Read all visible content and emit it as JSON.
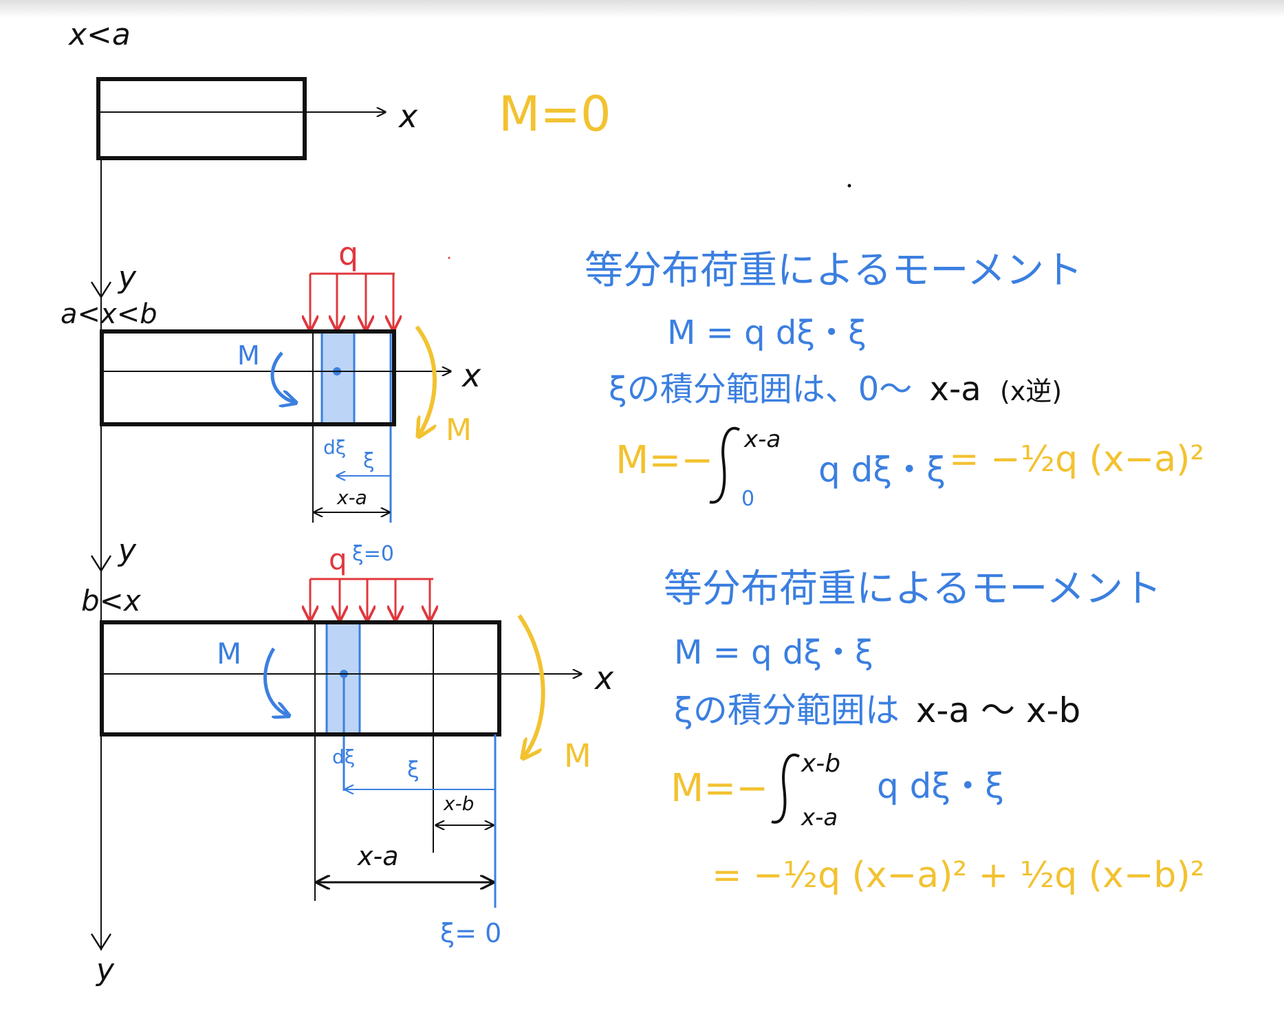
{
  "colors": {
    "ink": "#111111",
    "load": "#e0383e",
    "note_blue": "#3b7fe0",
    "result_yellow": "#f2c230",
    "strip_fill": "#bcd4f5"
  },
  "region1": {
    "condition": "x<a",
    "axis_x": "x",
    "result": "M=0"
  },
  "region2": {
    "axis_y": "y",
    "condition": "a<x<b",
    "load_label": "q",
    "moment_label": "M",
    "axis_x": "x",
    "moment_label_right": "M",
    "strip_label": "dξ",
    "xi_label": "ξ",
    "span_label": "x-a",
    "origin_label": "ξ=0",
    "note_heading": "等分布荷重によるモーメント",
    "note_moment": "M = q dξ・ξ",
    "note_range_prefix": "ξの積分範囲は、0〜",
    "note_range_bounds": "x-a",
    "note_range_suffix": "(x逆)",
    "eq_lhs": "M=−",
    "eq_upper": "x-a",
    "eq_lower": "0",
    "eq_integrand": "q dξ・ξ",
    "eq_result": "= −½q (x−a)²"
  },
  "region3": {
    "axis_y": "y",
    "condition": "b<x",
    "load_label": "q",
    "moment_label": "M",
    "axis_x": "x",
    "moment_label_right": "M",
    "strip_label": "dξ",
    "xi_label": "ξ",
    "span_xb": "x-b",
    "span_xa": "x-a",
    "origin_label": "ξ= 0",
    "axis_y_bottom": "y",
    "note_heading": "等分布荷重によるモーメント",
    "note_moment": "M = q dξ・ξ",
    "note_range_prefix": "ξの積分範囲は",
    "note_range_bounds": "x-a 〜 x-b",
    "eq_lhs": "M=−",
    "eq_upper": "x-b",
    "eq_lower": "x-a",
    "eq_integrand": "q dξ・ξ",
    "eq_result": "= −½q (x−a)² + ½q (x−b)²"
  }
}
